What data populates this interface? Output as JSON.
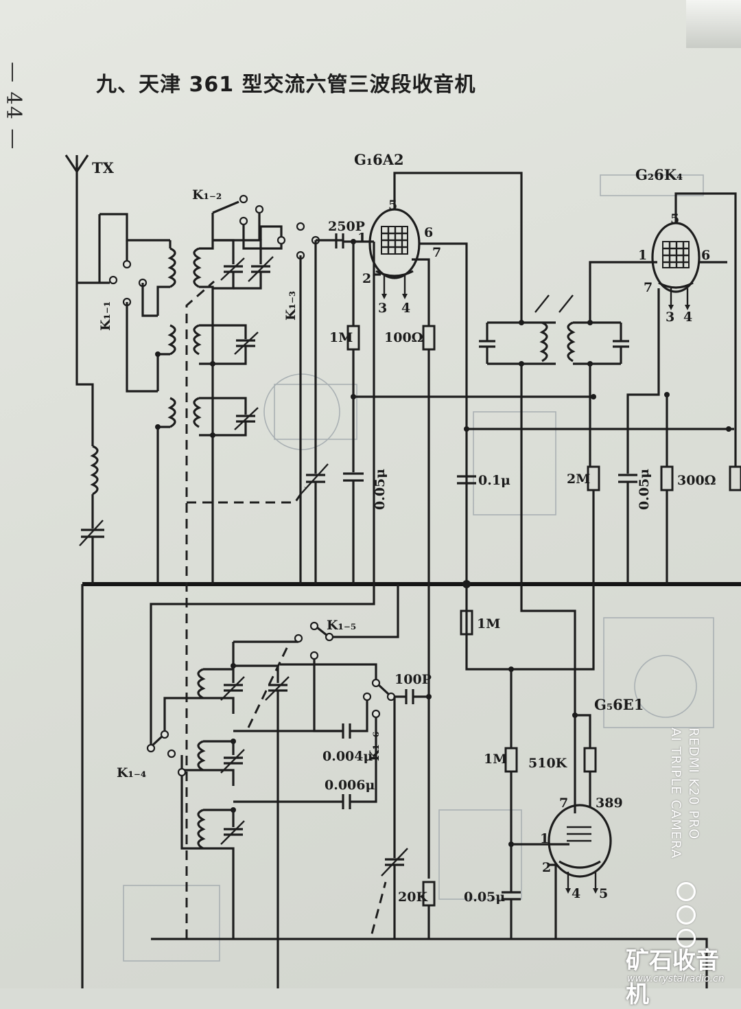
{
  "page": {
    "page_number": "— 44 —",
    "title": "九、天津 361 型交流六管三波段收音机"
  },
  "schematic": {
    "antenna_label": "TX",
    "tubes": {
      "v1": {
        "label": "G₁6A2",
        "pins": [
          "5",
          "1",
          "6",
          "7",
          "2",
          "3",
          "4"
        ]
      },
      "v2": {
        "label": "G₂6K₄",
        "pins": [
          "5",
          "1",
          "6",
          "7",
          "3",
          "4"
        ]
      },
      "v3": {
        "label": "G₅6E1",
        "pins": [
          "7",
          "389",
          "1",
          "2",
          "4",
          "5"
        ]
      }
    },
    "switches": {
      "k1_1": "K₁₋₁",
      "k1_2": "K₁₋₂",
      "k1_3": "K₁₋₃",
      "k1_4": "K₁₋₄",
      "k1_5": "K₁₋₅",
      "k1_6": "K₁₋₆"
    },
    "components": {
      "c_250p": "250P",
      "r_1m_grid": "1M",
      "r_100ohm": "100Ω",
      "c_005_a": "0.05μ",
      "c_01": "0.1μ",
      "r_2m": "2M",
      "c_005_b": "0.05μ",
      "r_300ohm": "300Ω",
      "r_1m_mid": "1M",
      "c_100p": "100P",
      "c_0004": "0.004μ",
      "c_0006": "0.006μ",
      "r_1m_low": "1M",
      "r_510k": "510K",
      "r_20k": "20K",
      "c_005_c": "0.05μ"
    }
  },
  "watermark": {
    "camera_line1": "REDMI K20 PRO",
    "camera_line2": "AI TRIPLE CAMERA",
    "site_name": "矿石收音机",
    "site_url": "www.crystalradio.cn"
  }
}
